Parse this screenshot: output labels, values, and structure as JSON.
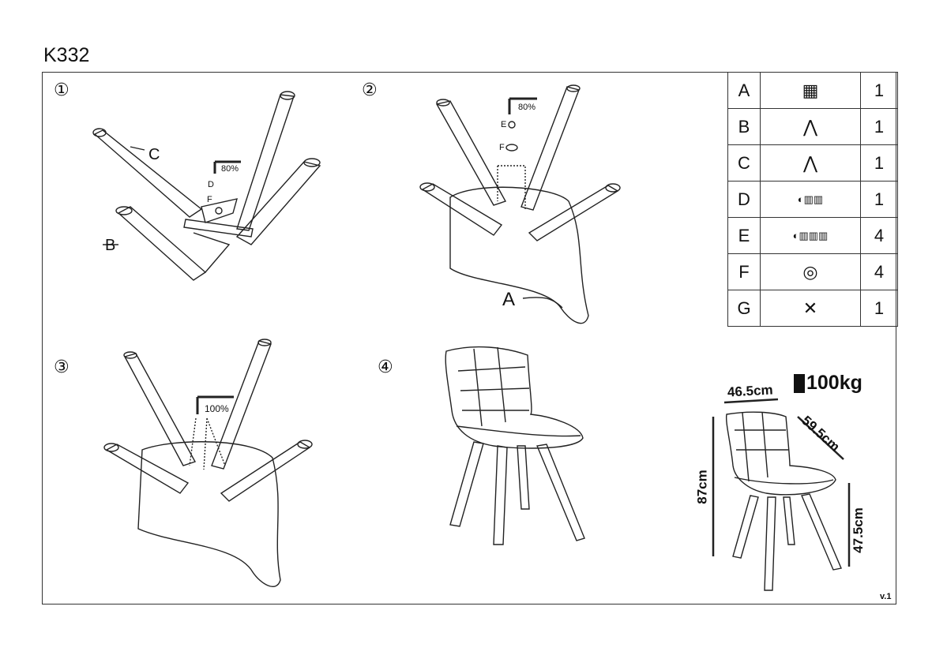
{
  "title": "K332",
  "steps": [
    {
      "number": "①",
      "labels": {
        "c": "C",
        "b": "B",
        "tool": "80%",
        "d": "D",
        "f": "F"
      }
    },
    {
      "number": "②",
      "labels": {
        "tool": "80%",
        "e": "E",
        "f": "F",
        "a": "A"
      }
    },
    {
      "number": "③",
      "labels": {
        "tool": "100%"
      }
    },
    {
      "number": "④"
    }
  ],
  "parts": [
    {
      "letter": "A",
      "icon": "seat-icon",
      "qty": "1"
    },
    {
      "letter": "B",
      "icon": "leg-frame-b-icon",
      "qty": "1"
    },
    {
      "letter": "C",
      "icon": "leg-frame-c-icon",
      "qty": "1"
    },
    {
      "letter": "D",
      "icon": "short-bolt-icon",
      "qty": "1"
    },
    {
      "letter": "E",
      "icon": "long-bolt-icon",
      "qty": "4"
    },
    {
      "letter": "F",
      "icon": "washer-icon",
      "qty": "4"
    },
    {
      "letter": "G",
      "icon": "cross-plate-icon",
      "qty": "1"
    }
  ],
  "dimensions": {
    "width": "46.5cm",
    "depth": "59.5cm",
    "height": "87cm",
    "seat_height": "47.5cm",
    "max_load": "100kg"
  },
  "version": "v.1"
}
